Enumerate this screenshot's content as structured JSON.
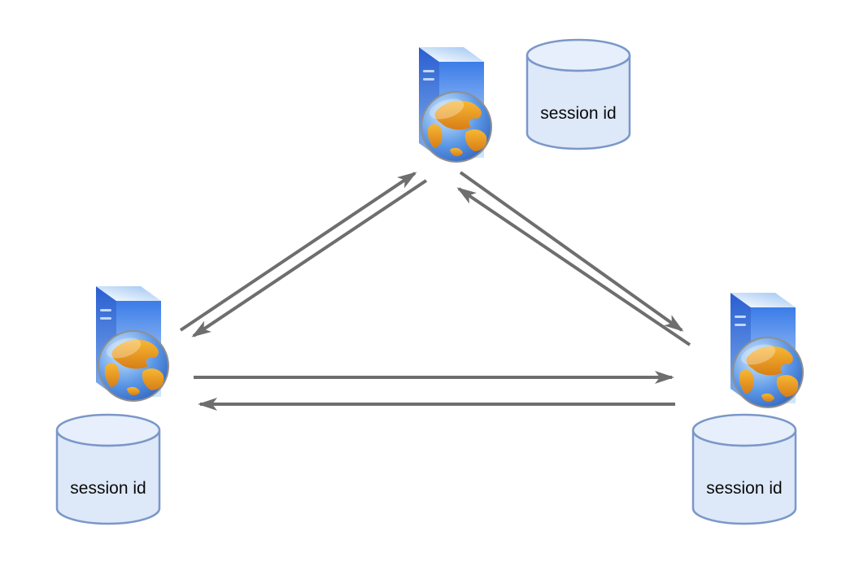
{
  "diagram": {
    "description": "Three web servers connected in a triangle, each with its own session id database",
    "nodes": [
      {
        "id": "top-server",
        "icon": "web-server-with-globe",
        "db_label": "session id"
      },
      {
        "id": "left-server",
        "icon": "web-server-with-globe",
        "db_label": "session id"
      },
      {
        "id": "right-server",
        "icon": "web-server-with-globe",
        "db_label": "session id"
      }
    ],
    "edges": [
      {
        "from": "left-server",
        "to": "top-server",
        "bidirectional": true
      },
      {
        "from": "top-server",
        "to": "right-server",
        "bidirectional": true
      },
      {
        "from": "left-server",
        "to": "right-server",
        "bidirectional": true
      }
    ],
    "colors": {
      "background": "#ffffff",
      "arrow": "#6e6e6e",
      "cylinder_fill": "#dde8f8",
      "cylinder_top_fill": "#e6effb",
      "cylinder_stroke": "#7b97c9",
      "server_front_blue": "#3b7ce8",
      "server_side_blue": "#2a5ed0",
      "globe_ocean_blue": "#3a7ad8",
      "globe_land_orange": "#e8942d",
      "label_text": "#0a0a0a"
    }
  }
}
